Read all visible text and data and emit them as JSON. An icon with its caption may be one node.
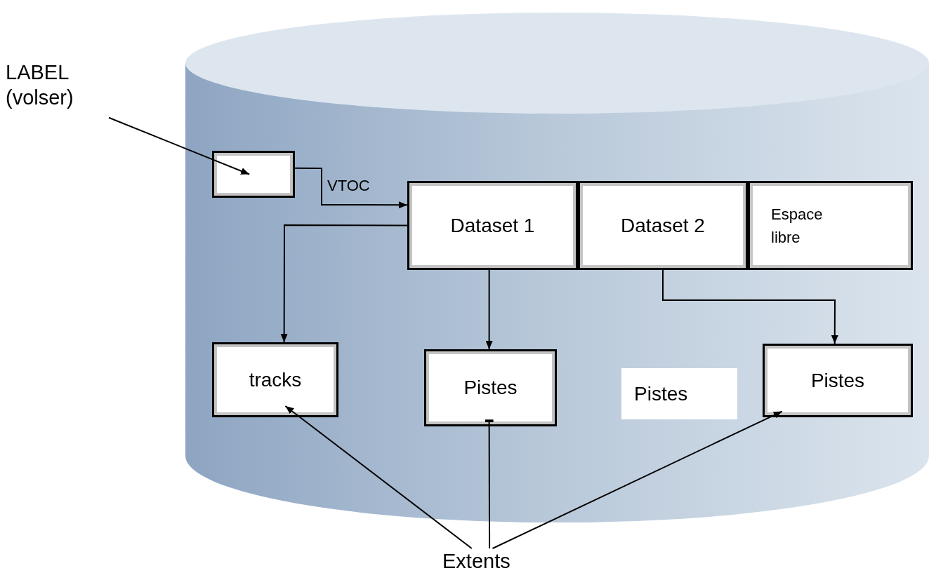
{
  "diagram": {
    "nodes": [
      {
        "text": [],
        "shape": "cylinder"
      },
      {
        "text": [
          "LABEL (volser)"
        ]
      },
      {
        "text": [],
        "shape": "box",
        "in": 0
      },
      {
        "text": [
          "Dataset 1"
        ],
        "in": 0
      },
      {
        "text": [
          "Dataset 2"
        ],
        "in": 0
      },
      {
        "text": [
          "Espace libre"
        ],
        "in": 0
      },
      {
        "text": [
          "tracks"
        ],
        "in": 0
      },
      {
        "text": [
          "Pistes"
        ],
        "in": 0
      },
      {
        "text": [
          "Pistes"
        ],
        "in": 0
      },
      {
        "text": [
          "Pistes"
        ],
        "in": 0
      },
      {
        "text": [
          "Extents"
        ]
      }
    ],
    "edges": [
      {
        "from": 1,
        "to": 2,
        "arrow": "to"
      },
      {
        "from": 2,
        "to": 3,
        "arrow": "to",
        "label": "VTOC"
      },
      {
        "from": 3,
        "to": 6,
        "arrow": "to"
      },
      {
        "from": 3,
        "to": 7,
        "arrow": "to"
      },
      {
        "from": 4,
        "to": 9,
        "arrow": "to"
      },
      {
        "from": 10,
        "to": 6,
        "arrow": "to"
      },
      {
        "from": 10,
        "to": 7,
        "arrow": "other"
      },
      {
        "from": 10,
        "to": 9,
        "arrow": "to"
      }
    ]
  }
}
